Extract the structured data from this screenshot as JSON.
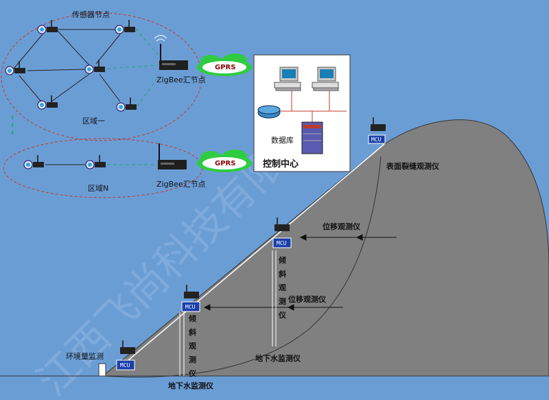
{
  "watermark": "江西飞尚科技有限公司",
  "region1": {
    "title": "传感器节点",
    "name": "区域一"
  },
  "regionN": {
    "name": "区域N"
  },
  "gateway_label": "ZigBee汇节点",
  "gprs_label": "GPRS",
  "control": {
    "title": "控制中心",
    "db_label": "数据库"
  },
  "mcu_label": "MCU",
  "labels": {
    "surface_crack": "表面裂缝观测仪",
    "displacement": "位移观测仪",
    "tilt": [
      "倾",
      "斜",
      "观",
      "测",
      "仪"
    ],
    "groundwater": "地下水监测仪",
    "environment": "环境量监测"
  },
  "colors": {
    "background": "#6b9dd5",
    "mountain": "#808080",
    "cloud": "#22c55e",
    "mcu": "#1a3fa8",
    "region_border": "#c0392b"
  },
  "icons": [
    "sensor-node-icon",
    "gateway-icon",
    "pc-icon",
    "router-icon",
    "server-icon",
    "mcu-icon",
    "cloud-icon"
  ]
}
